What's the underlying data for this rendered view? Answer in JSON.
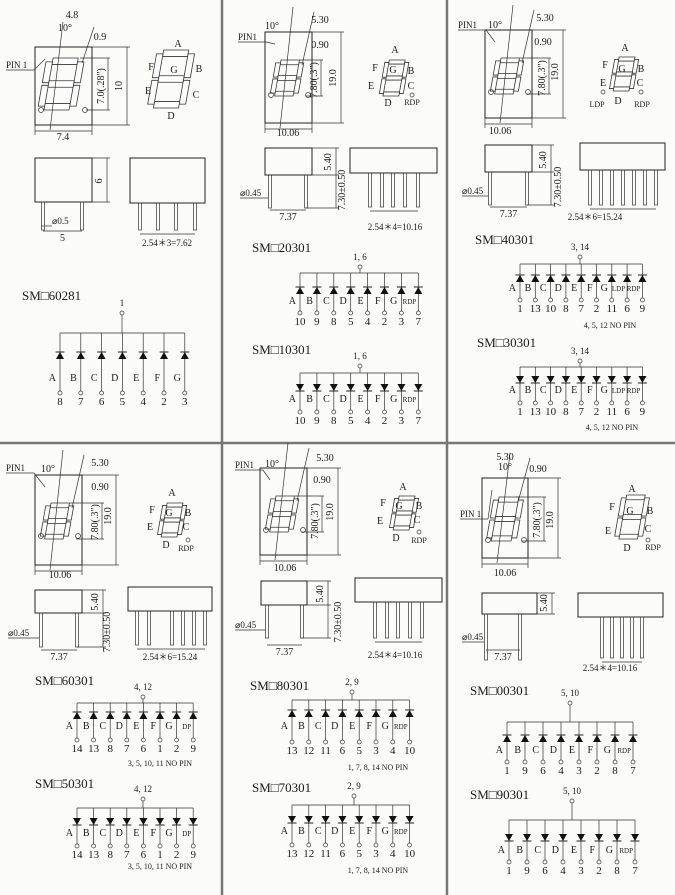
{
  "panels": [
    {
      "dims": {
        "top": "4.8",
        "angle": "10°",
        "offset": "0.9",
        "pin1": "PIN 1",
        "char": "7.0(.28\")",
        "height": "10",
        "width": "7.4",
        "depth": "6",
        "dia": "⌀0.5",
        "row": "5",
        "pitch": "2.54＊3=7.62"
      },
      "segments": {
        "A": "A",
        "B": "B",
        "C": "C",
        "D": "D",
        "E": "E",
        "F": "F",
        "G": "G"
      },
      "circuits": [
        {
          "title": "SM□60281",
          "common": "1",
          "direction": "up",
          "labels": [
            "A",
            "B",
            "C",
            "D",
            "E",
            "F",
            "G"
          ],
          "pins": [
            "8",
            "7",
            "6",
            "5",
            "4",
            "2",
            "3"
          ]
        }
      ]
    },
    {
      "dims": {
        "top": "5.30",
        "angle": "10°",
        "offset": "0.90",
        "pin1": "PIN1",
        "char": "7.80(.3\")",
        "height": "19.0",
        "width": "10.06",
        "depth": "5.40",
        "lead": "7.30±0.50",
        "dia": "⌀0.45",
        "row": "7.37",
        "pitch": "2.54＊4=10.16"
      },
      "segments": {
        "A": "A",
        "B": "B",
        "C": "C",
        "D": "D",
        "E": "E",
        "F": "F",
        "G": "G",
        "RDP": "RDP"
      },
      "circuits": [
        {
          "title": "SM□20301",
          "common": "1, 6",
          "direction": "up",
          "labels": [
            "A",
            "B",
            "C",
            "D",
            "E",
            "F",
            "G",
            "RDP"
          ],
          "pins": [
            "10",
            "9",
            "8",
            "5",
            "4",
            "2",
            "3",
            "7"
          ]
        },
        {
          "title": "SM□10301",
          "common": "1, 6",
          "direction": "down",
          "labels": [
            "A",
            "B",
            "C",
            "D",
            "E",
            "F",
            "G",
            "RDP"
          ],
          "pins": [
            "10",
            "9",
            "8",
            "5",
            "4",
            "2",
            "3",
            "7"
          ]
        }
      ]
    },
    {
      "dims": {
        "top": "5.30",
        "angle": "10°",
        "offset": "0.90",
        "pin1": "PIN1",
        "char": "7.80(.3\")",
        "height": "19.0",
        "width": "10.06",
        "depth": "5.40",
        "lead": "7.30±0.50",
        "dia": "⌀0.45",
        "row": "7.37",
        "pitch": "2.54＊6=15.24"
      },
      "segments": {
        "A": "A",
        "B": "B",
        "C": "C",
        "D": "D",
        "E": "E",
        "F": "F",
        "G": "G",
        "LDP": "LDP",
        "RDP": "RDP"
      },
      "circuits": [
        {
          "title": "SM□40301",
          "common": "3, 14",
          "direction": "up",
          "labels": [
            "A",
            "B",
            "C",
            "D",
            "E",
            "F",
            "G",
            "LDP",
            "RDP"
          ],
          "pins": [
            "1",
            "13",
            "10",
            "8",
            "7",
            "2",
            "11",
            "6",
            "9"
          ],
          "note": "4, 5, 12 NO PIN"
        },
        {
          "title": "SM□30301",
          "common": "3, 14",
          "direction": "down",
          "labels": [
            "A",
            "B",
            "C",
            "D",
            "E",
            "F",
            "G",
            "LDP",
            "RDP"
          ],
          "pins": [
            "1",
            "13",
            "10",
            "8",
            "7",
            "2",
            "11",
            "6",
            "9"
          ],
          "note": "4, 5, 12 NO PIN"
        }
      ]
    },
    {
      "dims": {
        "top": "5.30",
        "angle": "10°",
        "offset": "0.90",
        "pin1": "PIN1",
        "char": "7.80(.3\")",
        "height": "19.0",
        "width": "10.06",
        "depth": "5.40",
        "lead": "7.30±0.50",
        "dia": "⌀0.45",
        "row": "7.37",
        "pitch": "2.54＊6=15.24"
      },
      "segments": {
        "A": "A",
        "B": "B",
        "C": "C",
        "D": "D",
        "E": "E",
        "F": "F",
        "G": "G",
        "RDP": "RDP"
      },
      "circuits": [
        {
          "title": "SM□60301",
          "common": "4, 12",
          "direction": "up",
          "labels": [
            "A",
            "B",
            "C",
            "D",
            "E",
            "F",
            "G",
            "DP"
          ],
          "pins": [
            "14",
            "13",
            "8",
            "7",
            "6",
            "1",
            "2",
            "9"
          ],
          "note": "3, 5, 10, 11  NO  PIN"
        },
        {
          "title": "SM□50301",
          "common": "4, 12",
          "direction": "down",
          "labels": [
            "A",
            "B",
            "C",
            "D",
            "E",
            "F",
            "G",
            "DP"
          ],
          "pins": [
            "14",
            "13",
            "8",
            "7",
            "6",
            "1",
            "2",
            "9"
          ],
          "note": "3, 5, 10, 11  NO  PIN"
        }
      ]
    },
    {
      "dims": {
        "top": "5.30",
        "angle": "10°",
        "offset": "0.90",
        "pin1": "PIN1",
        "char": "7.80(.3\")",
        "height": "19.0",
        "width": "10.06",
        "depth": "5.40",
        "lead": "7.30±0.50",
        "dia": "⌀0.45",
        "row": "7.37",
        "pitch": "2.54＊4=10.16"
      },
      "segments": {
        "A": "A",
        "B": "B",
        "C": "C",
        "D": "D",
        "E": "E",
        "F": "F",
        "G": "G",
        "RDP": "RDP"
      },
      "circuits": [
        {
          "title": "SM□80301",
          "common": "2, 9",
          "direction": "up",
          "labels": [
            "A",
            "B",
            "C",
            "D",
            "E",
            "F",
            "G",
            "RDP"
          ],
          "pins": [
            "13",
            "12",
            "11",
            "6",
            "5",
            "3",
            "4",
            "10"
          ],
          "note": "1, 7, 8, 14 NO PIN"
        },
        {
          "title": "SM□70301",
          "common": "2, 9",
          "direction": "down",
          "labels": [
            "A",
            "B",
            "C",
            "D",
            "E",
            "F",
            "G",
            "RDP"
          ],
          "pins": [
            "13",
            "12",
            "11",
            "6",
            "5",
            "3",
            "4",
            "10"
          ],
          "note": "1, 7, 8, 14 NO PIN"
        }
      ]
    },
    {
      "dims": {
        "top": "5.30",
        "angle": "10°",
        "offset": "0.90",
        "pin1": "PIN 1",
        "char": "7.80(.3\")",
        "height": "19.0",
        "width": "10.06",
        "depth": "5.40",
        "dia": "⌀0.45",
        "row": "7.37",
        "pitch": "2.54＊4=10.16"
      },
      "segments": {
        "A": "A",
        "B": "B",
        "C": "C",
        "D": "D",
        "E": "E",
        "F": "F",
        "G": "G",
        "RDP": "RDP"
      },
      "circuits": [
        {
          "title": "SM□00301",
          "common": "5, 10",
          "direction": "up",
          "labels": [
            "A",
            "B",
            "C",
            "D",
            "E",
            "F",
            "G",
            "RDP"
          ],
          "pins": [
            "1",
            "9",
            "6",
            "4",
            "3",
            "2",
            "8",
            "7"
          ]
        },
        {
          "title": "SM□90301",
          "common": "5, 10",
          "direction": "down",
          "labels": [
            "A",
            "B",
            "C",
            "D",
            "E",
            "F",
            "G",
            "RDP"
          ],
          "pins": [
            "1",
            "9",
            "6",
            "4",
            "3",
            "2",
            "8",
            "7"
          ]
        }
      ]
    }
  ]
}
